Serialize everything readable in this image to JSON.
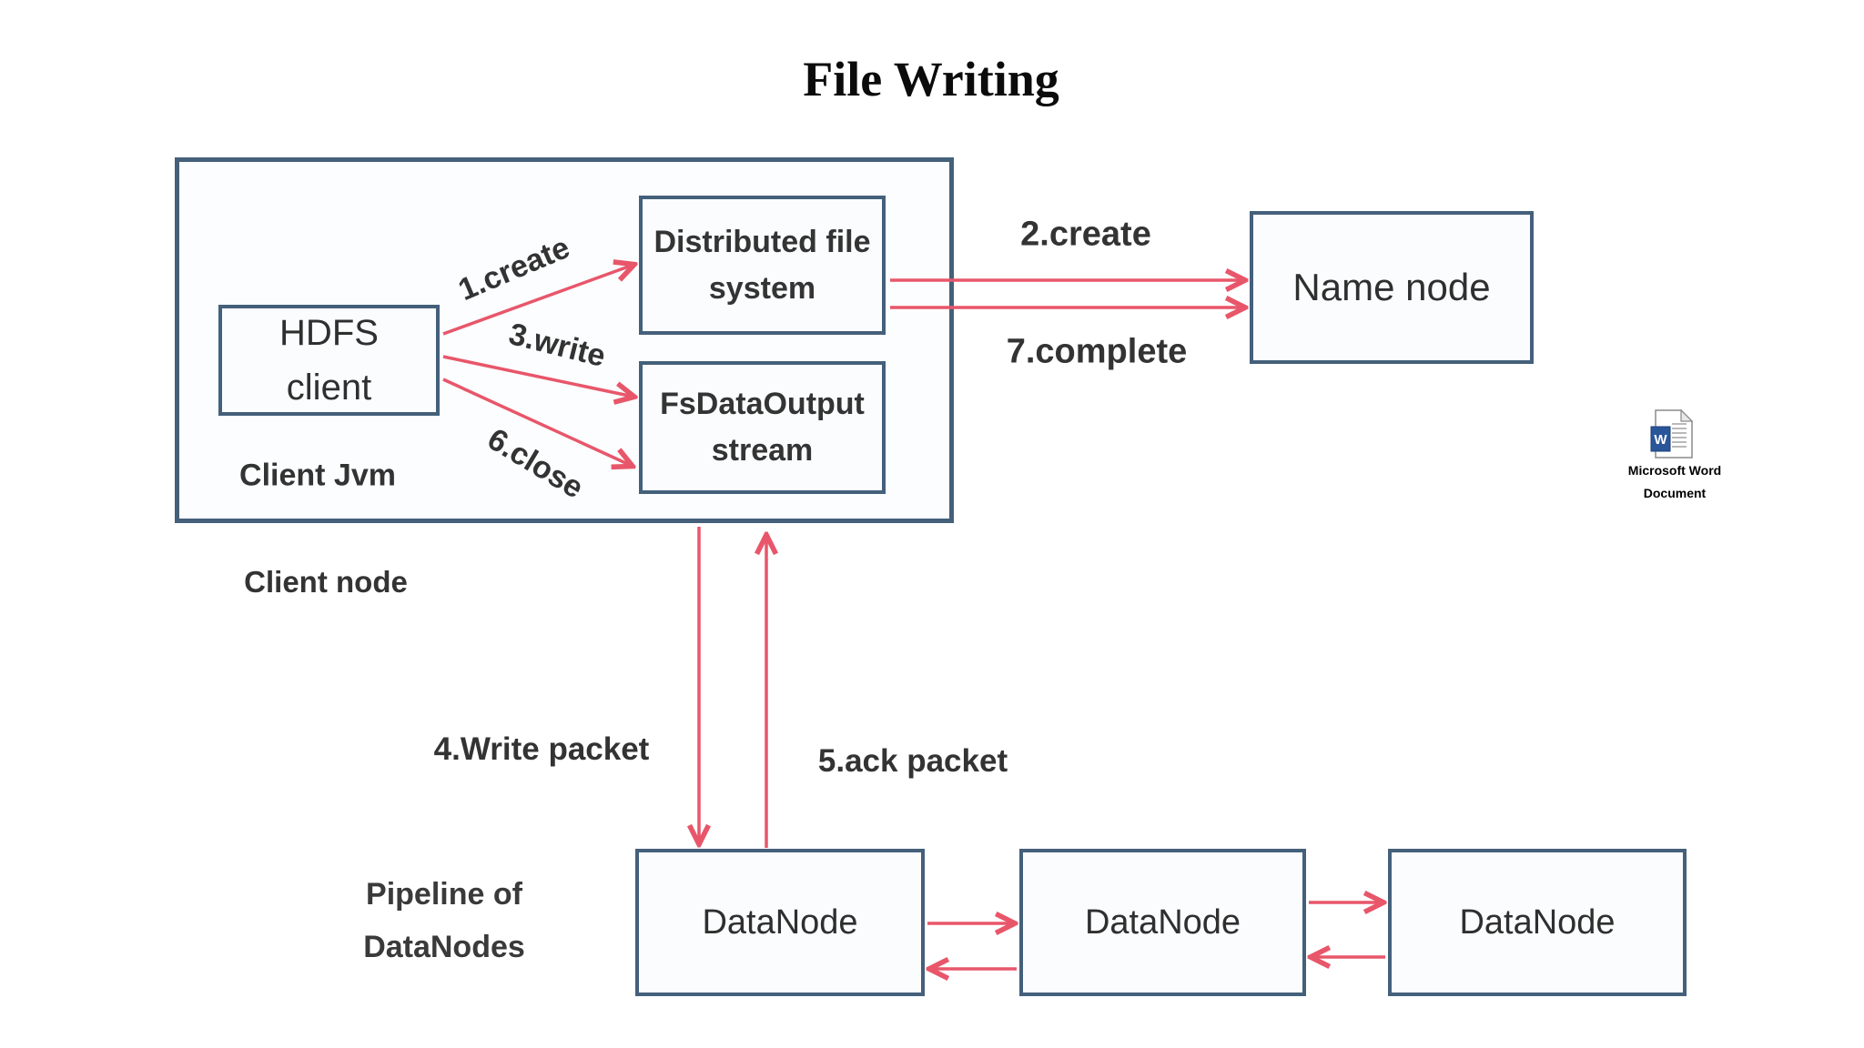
{
  "title": "File Writing",
  "colors": {
    "box_border": "#44607b",
    "box_fill": "#fbfcfd",
    "arrow": "#e8566a",
    "text": "#333333",
    "word_icon_blue": "#2a5699"
  },
  "boxes": {
    "client_jvm": {
      "label": "Client Jvm"
    },
    "hdfs_client": {
      "line1": "HDFS",
      "line2": "client"
    },
    "distributed_file_system": {
      "line1": "Distributed file",
      "line2": "system"
    },
    "fs_data_output_stream": {
      "line1": "FsDataOutput",
      "line2": "stream"
    },
    "name_node": {
      "label": "Name node"
    },
    "datanodes": [
      "DataNode",
      "DataNode",
      "DataNode"
    ]
  },
  "flow_labels": {
    "step1": "1.create",
    "step2": "2.create",
    "step3": "3.write",
    "step4": "4.Write packet",
    "step5": "5.ack packet",
    "step6": "6.close",
    "step7": "7.complete"
  },
  "annotations": {
    "client_node": "Client node",
    "pipeline_line1": "Pipeline of",
    "pipeline_line2": "DataNodes"
  },
  "file_icon": {
    "glyph": "W",
    "label_line1": "Microsoft Word",
    "label_line2": "Document"
  }
}
